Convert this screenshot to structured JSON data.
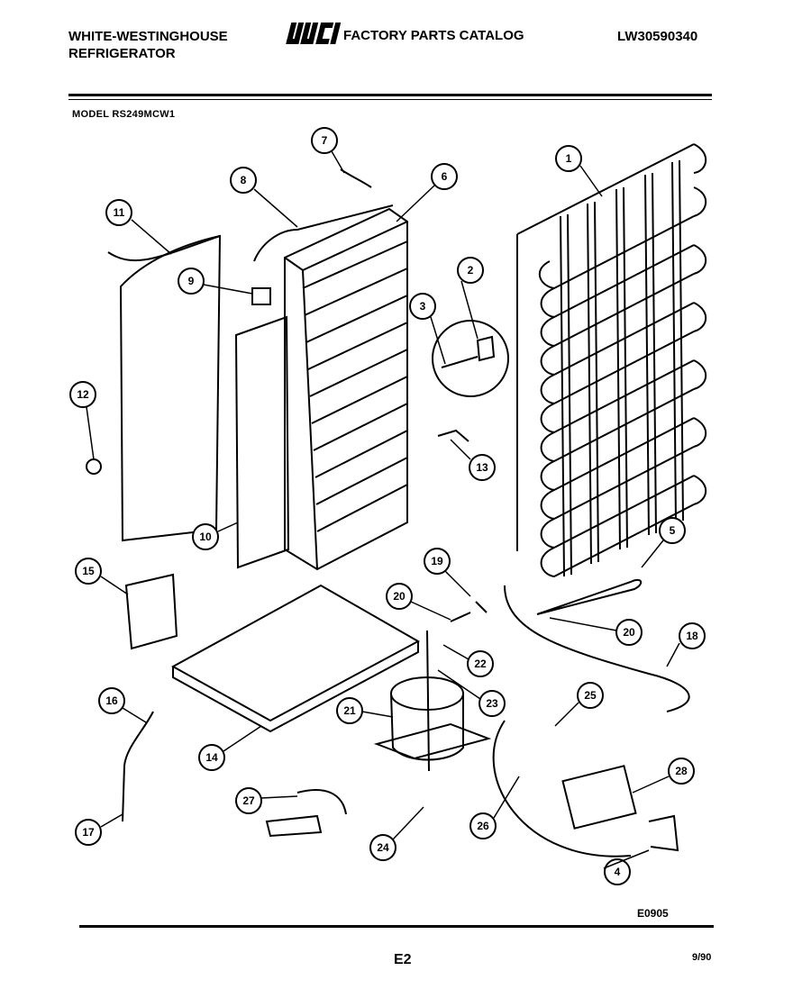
{
  "header": {
    "brand_line1": "WHITE-WESTINGHOUSE",
    "brand_line2": "REFRIGERATOR",
    "logo_text": "WCI",
    "catalog_title": "FACTORY PARTS CATALOG",
    "part_number": "LW30590340"
  },
  "model_label": "MODEL RS249MCW1",
  "footer": {
    "diagram_code": "E0905",
    "page": "E2",
    "date": "9/90"
  },
  "callouts": [
    "1",
    "2",
    "3",
    "4",
    "5",
    "6",
    "7",
    "8",
    "9",
    "10",
    "11",
    "12",
    "13",
    "14",
    "15",
    "16",
    "17",
    "18",
    "19",
    "20",
    "20",
    "21",
    "22",
    "23",
    "24",
    "25",
    "26",
    "27",
    "28"
  ]
}
